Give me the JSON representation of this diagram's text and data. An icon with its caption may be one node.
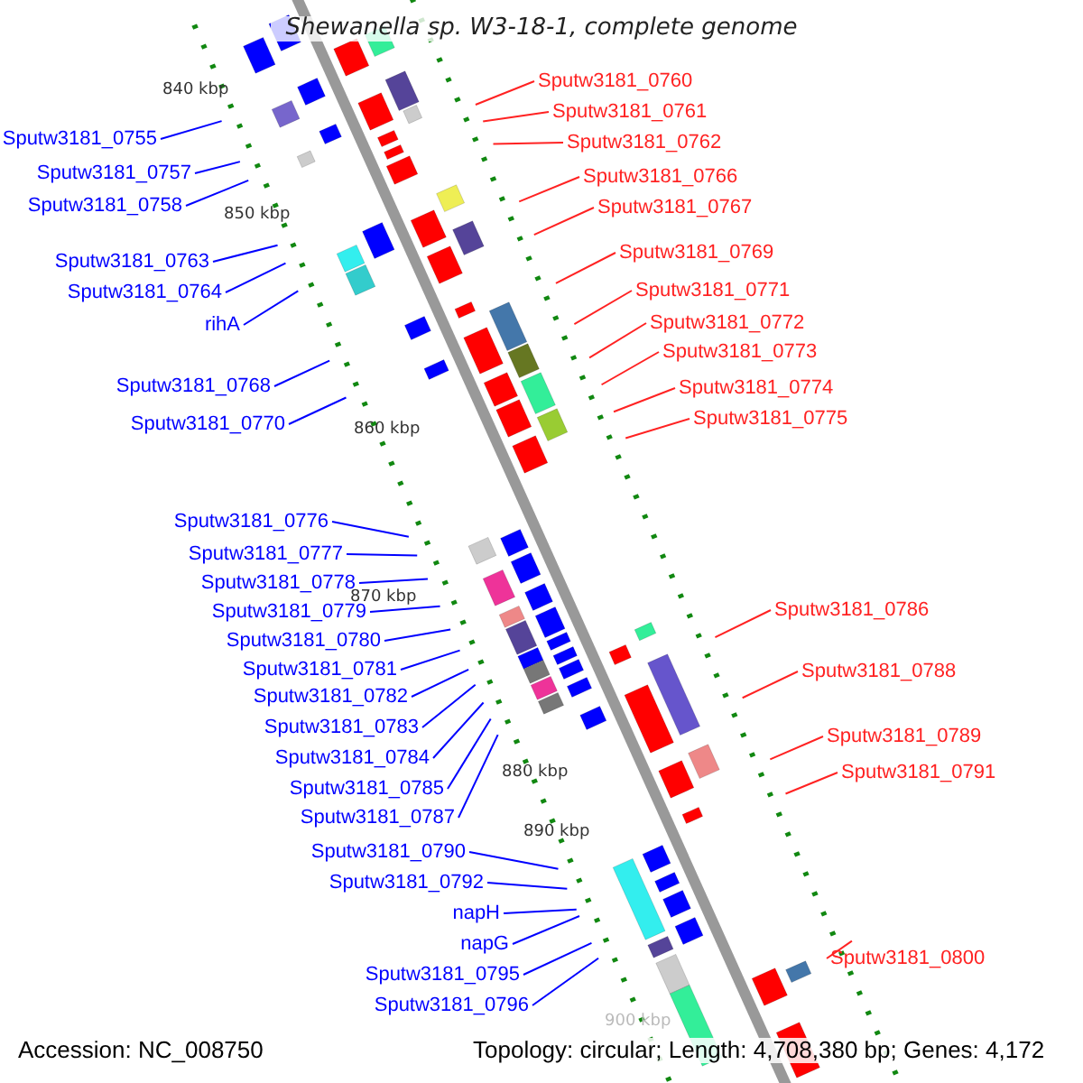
{
  "diagram": {
    "title": "Shewanella sp. W3-18-1, complete genome",
    "nodes": [
      {
        "text": [
          "Sputw3181_0760"
        ]
      },
      {
        "text": [
          "Sputw3181_0761"
        ]
      },
      {
        "text": [
          "Sputw3181_0755"
        ]
      },
      {
        "text": [
          "Sputw3181_0762"
        ]
      },
      {
        "text": [
          "Sputw3181_0757"
        ]
      },
      {
        "text": [
          "Sputw3181_0766"
        ]
      },
      {
        "text": [
          "Sputw3181_0758"
        ]
      },
      {
        "text": [
          "Sputw3181_0767"
        ]
      },
      {
        "text": [
          "Sputw3181_0769"
        ]
      },
      {
        "text": [
          "Sputw3181_0763"
        ]
      },
      {
        "text": [
          "Sputw3181_0771"
        ]
      },
      {
        "text": [
          "Sputw3181_0764"
        ]
      },
      {
        "text": [
          "Sputw3181_0772"
        ]
      },
      {
        "text": [
          "rihA"
        ]
      },
      {
        "text": [
          "Sputw3181_0773"
        ]
      },
      {
        "text": [
          "Sputw3181_0768"
        ]
      },
      {
        "text": [
          "Sputw3181_0774"
        ]
      },
      {
        "text": [
          "Sputw3181_0775"
        ]
      },
      {
        "text": [
          "Sputw3181_0770"
        ]
      },
      {
        "text": [
          "Sputw3181_0776"
        ]
      },
      {
        "text": [
          "Sputw3181_0777"
        ]
      },
      {
        "text": [
          "Sputw3181_0778"
        ]
      },
      {
        "text": [
          "Sputw3181_0786"
        ]
      },
      {
        "text": [
          "Sputw3181_0779"
        ]
      },
      {
        "text": [
          "Sputw3181_0780"
        ]
      },
      {
        "text": [
          "Sputw3181_0781"
        ]
      },
      {
        "text": [
          "Sputw3181_0788"
        ]
      },
      {
        "text": [
          "Sputw3181_0782"
        ]
      },
      {
        "text": [
          "Sputw3181_0783"
        ]
      },
      {
        "text": [
          "Sputw3181_0789"
        ]
      },
      {
        "text": [
          "Sputw3181_0784"
        ]
      },
      {
        "text": [
          "Sputw3181_0791"
        ]
      },
      {
        "text": [
          "Sputw3181_0785"
        ]
      },
      {
        "text": [
          "Sputw3181_0787"
        ]
      },
      {
        "text": [
          "Sputw3181_0790"
        ]
      },
      {
        "text": [
          "Sputw3181_0792"
        ]
      },
      {
        "text": [
          "napH"
        ]
      },
      {
        "text": [
          "napG"
        ]
      },
      {
        "text": [
          "Sputw3181_0800"
        ]
      },
      {
        "text": [
          "Sputw3181_0795"
        ]
      },
      {
        "text": [
          "Sputw3181_0796"
        ]
      }
    ],
    "edges": [
      {
        "from": 0,
        "to": null,
        "arrow": "none",
        "color": "#ff2222"
      },
      {
        "from": 1,
        "to": null,
        "arrow": "none",
        "color": "#ff2222"
      },
      {
        "from": 2,
        "to": null,
        "arrow": "none"
      },
      {
        "from": 3,
        "to": null,
        "arrow": "none",
        "color": "#ff2222"
      },
      {
        "from": 4,
        "to": null,
        "arrow": "none"
      },
      {
        "from": 5,
        "to": null,
        "arrow": "none",
        "color": "#ff2222"
      },
      {
        "from": 6,
        "to": null,
        "arrow": "none"
      },
      {
        "from": 7,
        "to": null,
        "arrow": "none",
        "color": "#ff2222"
      },
      {
        "from": 8,
        "to": null,
        "arrow": "none",
        "color": "#ff2222"
      },
      {
        "from": 9,
        "to": null,
        "arrow": "none"
      },
      {
        "from": 10,
        "to": null,
        "arrow": "none",
        "color": "#ff2222"
      },
      {
        "from": 11,
        "to": null,
        "arrow": "none"
      },
      {
        "from": 12,
        "to": null,
        "arrow": "none",
        "color": "#ff2222"
      },
      {
        "from": 13,
        "to": null,
        "arrow": "none"
      },
      {
        "from": 14,
        "to": null,
        "arrow": "none",
        "color": "#ff2222"
      },
      {
        "from": 15,
        "to": null,
        "arrow": "none"
      },
      {
        "from": 16,
        "to": null,
        "arrow": "none",
        "color": "#ff2222"
      },
      {
        "from": 17,
        "to": null,
        "arrow": "none",
        "color": "#ff2222"
      },
      {
        "from": 18,
        "to": null,
        "arrow": "none"
      },
      {
        "from": 19,
        "to": null,
        "arrow": "none"
      },
      {
        "from": 20,
        "to": null,
        "arrow": "none"
      },
      {
        "from": 21,
        "to": null,
        "arrow": "none"
      },
      {
        "from": 22,
        "to": null,
        "arrow": "none",
        "color": "#ff2222"
      },
      {
        "from": 23,
        "to": null,
        "arrow": "none"
      },
      {
        "from": 24,
        "to": null,
        "arrow": "none"
      },
      {
        "from": 25,
        "to": null,
        "arrow": "none"
      },
      {
        "from": 26,
        "to": null,
        "arrow": "none",
        "color": "#ff2222"
      },
      {
        "from": 27,
        "to": null,
        "arrow": "none"
      },
      {
        "from": 28,
        "to": null,
        "arrow": "none"
      },
      {
        "from": 29,
        "to": null,
        "arrow": "none",
        "color": "#ff2222"
      },
      {
        "from": 30,
        "to": null,
        "arrow": "none"
      },
      {
        "from": 31,
        "to": null,
        "arrow": "none",
        "color": "#ff2222"
      },
      {
        "from": 32,
        "to": null,
        "arrow": "none"
      },
      {
        "from": 33,
        "to": null,
        "arrow": "none"
      },
      {
        "from": 34,
        "to": null,
        "arrow": "none"
      },
      {
        "from": 35,
        "to": null,
        "arrow": "none"
      },
      {
        "from": 36,
        "to": null,
        "arrow": "none"
      },
      {
        "from": 37,
        "to": null,
        "arrow": "none"
      },
      {
        "from": 38,
        "to": null,
        "arrow": "none",
        "color": "#ff2222"
      },
      {
        "from": 39,
        "to": null,
        "arrow": "none"
      },
      {
        "from": 40,
        "to": null,
        "arrow": "none"
      }
    ],
    "labels": [
      "840 kbp",
      "850 kbp",
      "860 kbp",
      "870 kbp",
      "880 kbp",
      "890 kbp",
      "900 kbp",
      "Accession: NC_008750",
      "Topology: circular; Length: 4,708,380 bp; Genes: 4,172"
    ]
  }
}
